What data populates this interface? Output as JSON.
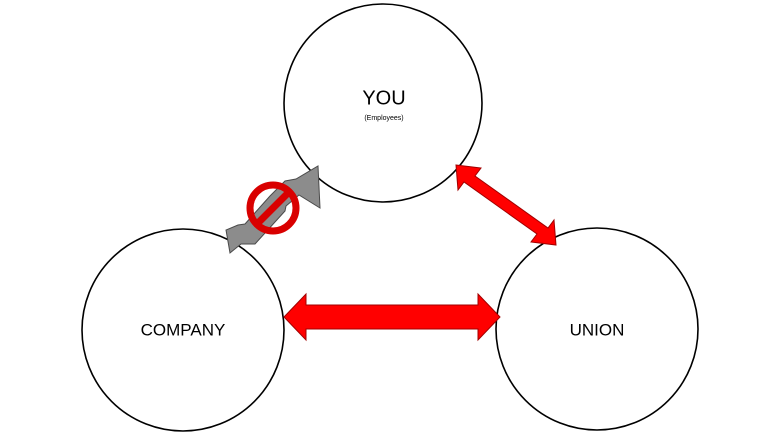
{
  "nodes": {
    "you": {
      "label": "YOU",
      "sublabel": "(Employees)"
    },
    "company": {
      "label": "COMPANY"
    },
    "union": {
      "label": "UNION"
    }
  },
  "links": [
    {
      "from": "company",
      "to": "you",
      "style": "blocked",
      "color": "#8c8c8c"
    },
    {
      "from": "you",
      "to": "union",
      "style": "active",
      "color": "#ff0000"
    },
    {
      "from": "company",
      "to": "union",
      "style": "active",
      "color": "#ff0000"
    }
  ],
  "colors": {
    "active_arrow": "#ff0000",
    "blocked_arrow": "#8c8c8c",
    "prohibition_sign": "#d90000",
    "circle_outline": "#000000"
  },
  "icons": {
    "prohibition": "no-entry-sign"
  }
}
